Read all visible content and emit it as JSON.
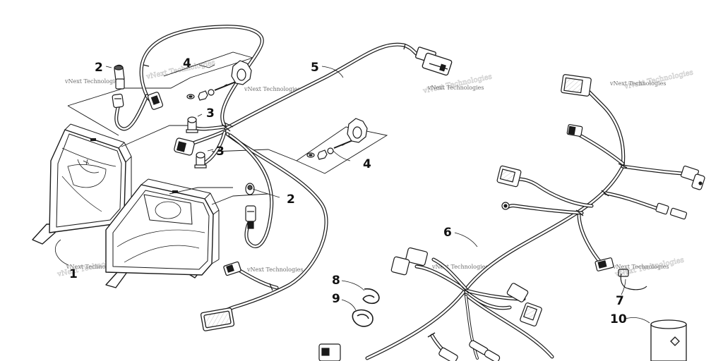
{
  "diagram": {
    "callouts": [
      "1",
      "2",
      "2",
      "3",
      "3",
      "4",
      "4",
      "5",
      "6",
      "7",
      "8",
      "9",
      "10"
    ],
    "watermark": "vNext Technologies"
  },
  "colors": {
    "ink": "#1a1a1a",
    "background": "#ffffff"
  }
}
